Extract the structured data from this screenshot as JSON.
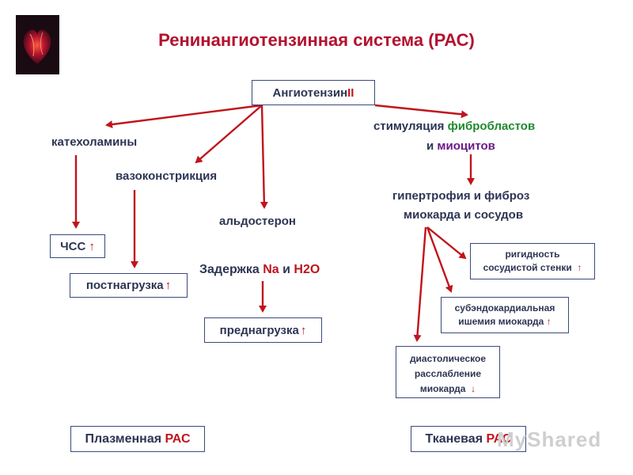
{
  "title": "Ренинангиотензинная система (РАС)",
  "nodes": {
    "angiotensin": {
      "main": "Ангиотензин ",
      "roman": "II"
    },
    "catecholamines": "катехоламины",
    "vasoconstriction": "вазоконстрикция",
    "aldosterone": "альдостерон",
    "stimulation_line1_a": "стимуляция ",
    "stimulation_line1_b": "фибробластов",
    "stimulation_line2_a": "и ",
    "stimulation_line2_b": "миоцитов",
    "hypertrophy_line1": "гипертрофия и фиброз",
    "hypertrophy_line2": "миокарда и сосудов",
    "chss": "ЧСС",
    "afterload": "постнагрузка",
    "retention": {
      "a": "Задержка ",
      "na": "Na",
      "b": " и ",
      "h2o": "H2O"
    },
    "preload": "преднагрузка",
    "rigidity_line1": "ригидность",
    "rigidity_line2": "сосудистой стенки",
    "ischemia_line1": "субэндокардиальная",
    "ischemia_line2": "ишемия миокарда",
    "diastolic_line1": "диастолическое",
    "diastolic_line2": "расслабление",
    "diastolic_line3": "миокарда"
  },
  "arrows": {
    "up": "↑",
    "down": "↓"
  },
  "footer": {
    "plasma_a": "Плазменная ",
    "plasma_b": "РАС",
    "tissue_a": "Тканевая ",
    "tissue_b": "РАС"
  },
  "watermark": "MyShared",
  "colors": {
    "title": "#b3122e",
    "arrow": "#c0141c",
    "text": "#2d3554",
    "green": "#1f8a2e",
    "purple": "#6a1b86"
  }
}
